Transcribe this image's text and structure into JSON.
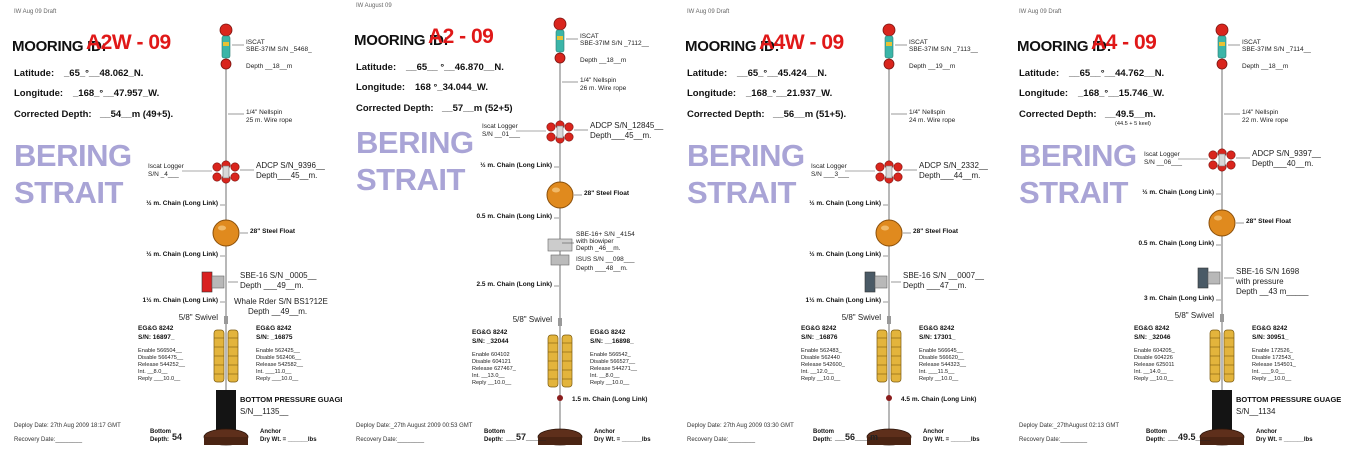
{
  "panels": [
    {
      "id": "A2W-09",
      "draft": "IW Aug 09 Draft",
      "mooring_label": "MOORING ID:",
      "mooring_id": "A2W - 09",
      "latitude": {
        "label": "Latitude:",
        "value": "_65_°__48.062_N."
      },
      "longitude": {
        "label": "Longitude:",
        "value": "_168_°__47.957_W."
      },
      "corrected_depth": {
        "label": "Corrected Depth:",
        "value": "__54__m (49+5).",
        "note": ""
      },
      "region": [
        "BERING",
        "STRAIT"
      ],
      "iscat": [
        "ISCAT",
        "SBE-37IM S/N _5468_",
        "Depth __18__m"
      ],
      "nilspin": [
        "1/4\" Nellspin",
        "25 m. Wire rope"
      ],
      "iscat_logger": [
        "Iscat Logger",
        "S/N _4___"
      ],
      "adcp": [
        "ADCP S/N_9396__",
        "Depth___45__m."
      ],
      "chain_above_float": "½ m. Chain (Long Link)",
      "float": "28\" Steel Float",
      "chain_below_float": "½ m. Chain (Long Link)",
      "sbe16": [
        "SBE-16 S/N _0005__",
        "Depth ___49__m."
      ],
      "chain_to_swivel": "1½ m. Chain (Long Link)",
      "whale": [
        "Whale Rder S/N BS1?12E",
        "Depth __49__m."
      ],
      "swivel": "5/8\" Swivel",
      "release_left": {
        "title": "EG&G 8242",
        "sn": "S/N: 16897_",
        "lines": [
          "Enable 566504__",
          "Disable 566475__",
          "Release 544252__",
          "Int. __8.0__",
          "Reply ___10.0__"
        ]
      },
      "release_right": {
        "title": "EG&G 8242",
        "sn": "S/N: _16875",
        "lines": [
          "Enable 562425__",
          "Disable 562406__",
          "Release 542582__",
          "Int. ___11.0__",
          "Reply ___10.0__"
        ]
      },
      "bottom_note": "BOTTOM PRESSURE GUAGE",
      "bpg_sn": "S/N__1135__",
      "deploy": "Deploy Date: 27th Aug 2009 18:17 GMT",
      "recovery": "Recovery Date:________",
      "bottom_label": [
        "Bottom",
        "Depth:"
      ],
      "bottom_depth": "54",
      "anchor": [
        "Anchor",
        "Dry Wt. = ______lbs"
      ]
    },
    {
      "id": "A2-09",
      "draft": "IW August 09",
      "mooring_label": "MOORING ID:",
      "mooring_id": "A2 - 09",
      "latitude": {
        "label": "Latitude:",
        "value": "__65__ °__46.870__N."
      },
      "longitude": {
        "label": "Longitude:",
        "value": "168 °_34.044_W."
      },
      "corrected_depth": {
        "label": "Corrected Depth:",
        "value": "__57__m (52+5)",
        "note": ""
      },
      "region": [
        "BERING",
        "STRAIT"
      ],
      "iscat": [
        "ISCAT",
        "SBE-37IM S/N _7112__",
        "Depth __18__m"
      ],
      "nilspin": [
        "1/4\" Nellspin",
        "26 m. Wire rope"
      ],
      "iscat_logger": [
        "Iscat Logger",
        "S/N __01___"
      ],
      "adcp": [
        "ADCP S/N_12845__",
        "Depth___45__m."
      ],
      "chain_above_float": "½ m. Chain (Long Link)",
      "float": "28\" Steel Float",
      "chain_below_float": "0.5 m. Chain (Long Link)",
      "sbe16": [
        "SBE-16+ S/N _4154",
        "with biowiper",
        "Depth _46__m."
      ],
      "isus": [
        "ISUS S/N __098___",
        "Depth ___48__m."
      ],
      "chain_to_swivel": "2.5 m. Chain (Long Link)",
      "swivel": "5/8\" Swivel",
      "release_left": {
        "title": "EG&G 8242",
        "sn": "S/N: _32044",
        "lines": [
          "Enable 604102",
          "Disable 604121",
          "Release 627467_",
          "Int. __13.0__",
          "Reply __10.0__"
        ]
      },
      "release_right": {
        "title": "EG&G 8242",
        "sn": "S/N: __16898_",
        "lines": [
          "Enable 566542_",
          "Disable 566527__",
          "Release 544271__",
          "Int. __8.0__",
          "Reply __10.0__"
        ]
      },
      "bottom_note": "1.5 m. Chain (Long Link)",
      "deploy": "Deploy Date:_27th August 2009 00:53 GMT",
      "recovery": "Recovery Date:________",
      "bottom_label": [
        "Bottom",
        "Depth:"
      ],
      "bottom_depth": "__57____",
      "anchor": [
        "Anchor",
        "Dry Wt. = ______lbs"
      ]
    },
    {
      "id": "A4W-09",
      "draft": "IW Aug 09 Draft",
      "mooring_label": "MOORING ID:",
      "mooring_id": "A4W - 09",
      "latitude": {
        "label": "Latitude:",
        "value": "__65_°__45.424__N."
      },
      "longitude": {
        "label": "Longitude:",
        "value": "_168_°__21.937_W."
      },
      "corrected_depth": {
        "label": "Corrected Depth:",
        "value": "__56__m (51+5).",
        "note": ""
      },
      "region": [
        "BERING",
        "STRAIT"
      ],
      "iscat": [
        "ISCAT",
        "SBE-37IM S/N _7113__",
        "Depth __19__m"
      ],
      "nilspin": [
        "1/4\" Nellspin",
        "24 m. Wire rope"
      ],
      "iscat_logger": [
        "Iscat Logger",
        "S/N ___3___"
      ],
      "adcp": [
        "ADCP S/N_2332__",
        "Depth___44__m."
      ],
      "chain_above_float": "½ m. Chain (Long Link)",
      "float": "28\" Steel Float",
      "chain_below_float": "½ m. Chain (Long Link)",
      "sbe16": [
        "SBE-16 S/N __0007__",
        "Depth ___47__m."
      ],
      "chain_to_swivel": "1½ m. Chain (Long Link)",
      "swivel": "5/8\" Swivel",
      "release_left": {
        "title": "EG&G 8242",
        "sn": "S/N: _16876",
        "lines": [
          "Enable 562483_",
          "Disable 562440",
          "Release 542600_",
          "Int. __12.0__",
          "Reply __10.0__"
        ]
      },
      "release_right": {
        "title": "EG&G 8242",
        "sn": "S/N: 17301_",
        "lines": [
          "Enable 566645__",
          "Disable 566620__",
          "Release 544323__",
          "Int. ___11.5__",
          "Reply __10.0__"
        ]
      },
      "bottom_note": "4.5 m. Chain (Long Link)",
      "deploy": "Deploy Date: 27th Aug 2009 03:30 GMT",
      "recovery": "Recovery Date:________",
      "bottom_label": [
        "Bottom",
        "Depth:"
      ],
      "bottom_depth": "__56___m",
      "anchor": [
        "Anchor",
        "Dry Wt. = ______lbs"
      ]
    },
    {
      "id": "A4-09",
      "draft": "IW Aug 09 Draft",
      "mooring_label": "MOORING ID:",
      "mooring_id": "A4 - 09",
      "latitude": {
        "label": "Latitude:",
        "value": "__65__°__44.762__N."
      },
      "longitude": {
        "label": "Longitude:",
        "value": "_168_°__15.746_W."
      },
      "corrected_depth": {
        "label": "Corrected Depth:",
        "value": "__49.5__m.",
        "note": "(44.5 + 5 keel)"
      },
      "region": [
        "BERING",
        "STRAIT"
      ],
      "iscat": [
        "ISCAT",
        "SBE-37IM S/N _7114__",
        "Depth __18__m"
      ],
      "nilspin": [
        "1/4\" Nellspin",
        "22 m. Wire rope"
      ],
      "iscat_logger": [
        "Iscat Logger",
        "S/N __06___"
      ],
      "adcp": [
        "ADCP S/N_9397__",
        "Depth___40__m."
      ],
      "chain_above_float": "½ m. Chain (Long Link)",
      "float": "28\" Steel Float",
      "chain_below_float": "0.5 m. Chain (Long Link)",
      "sbe16": [
        "SBE-16 S/N 1698",
        "with pressure",
        "Depth __43 m_____"
      ],
      "chain_to_swivel": "3 m. Chain (Long Link)",
      "swivel": "5/8\" Swivel",
      "release_left": {
        "title": "EG&G 8242",
        "sn": "S/N: _32046",
        "lines": [
          "Enable 604205_",
          "Disable 604226",
          "Release 625011",
          "Int. __14.0__",
          "Reply __10.0__"
        ]
      },
      "release_right": {
        "title": "EG&G 8242",
        "sn": "S/N: 30951_",
        "lines": [
          "Enable 172526_",
          "Disable 172543_",
          "Release 154501_",
          "Int. ___9.0__",
          "Reply __10.0__"
        ]
      },
      "bottom_note": "BOTTOM PRESSURE GUAGE",
      "bpg_sn": "S/N__1134",
      "deploy": "Deploy Date:_27thAugust 02:13 GMT",
      "recovery": "Recovery Date:________",
      "bottom_label": [
        "Bottom",
        "Depth:"
      ],
      "bottom_depth": "__49.5___",
      "anchor": [
        "Anchor",
        "Dry Wt. = ______lbs"
      ]
    }
  ],
  "colors": {
    "mooring_id_value": "#e01818",
    "region_text": "#a9a4d6",
    "buoy_red": "#d9251d",
    "float_orange": "#e08a1e",
    "iscat_teal": "#3bb5a8"
  }
}
